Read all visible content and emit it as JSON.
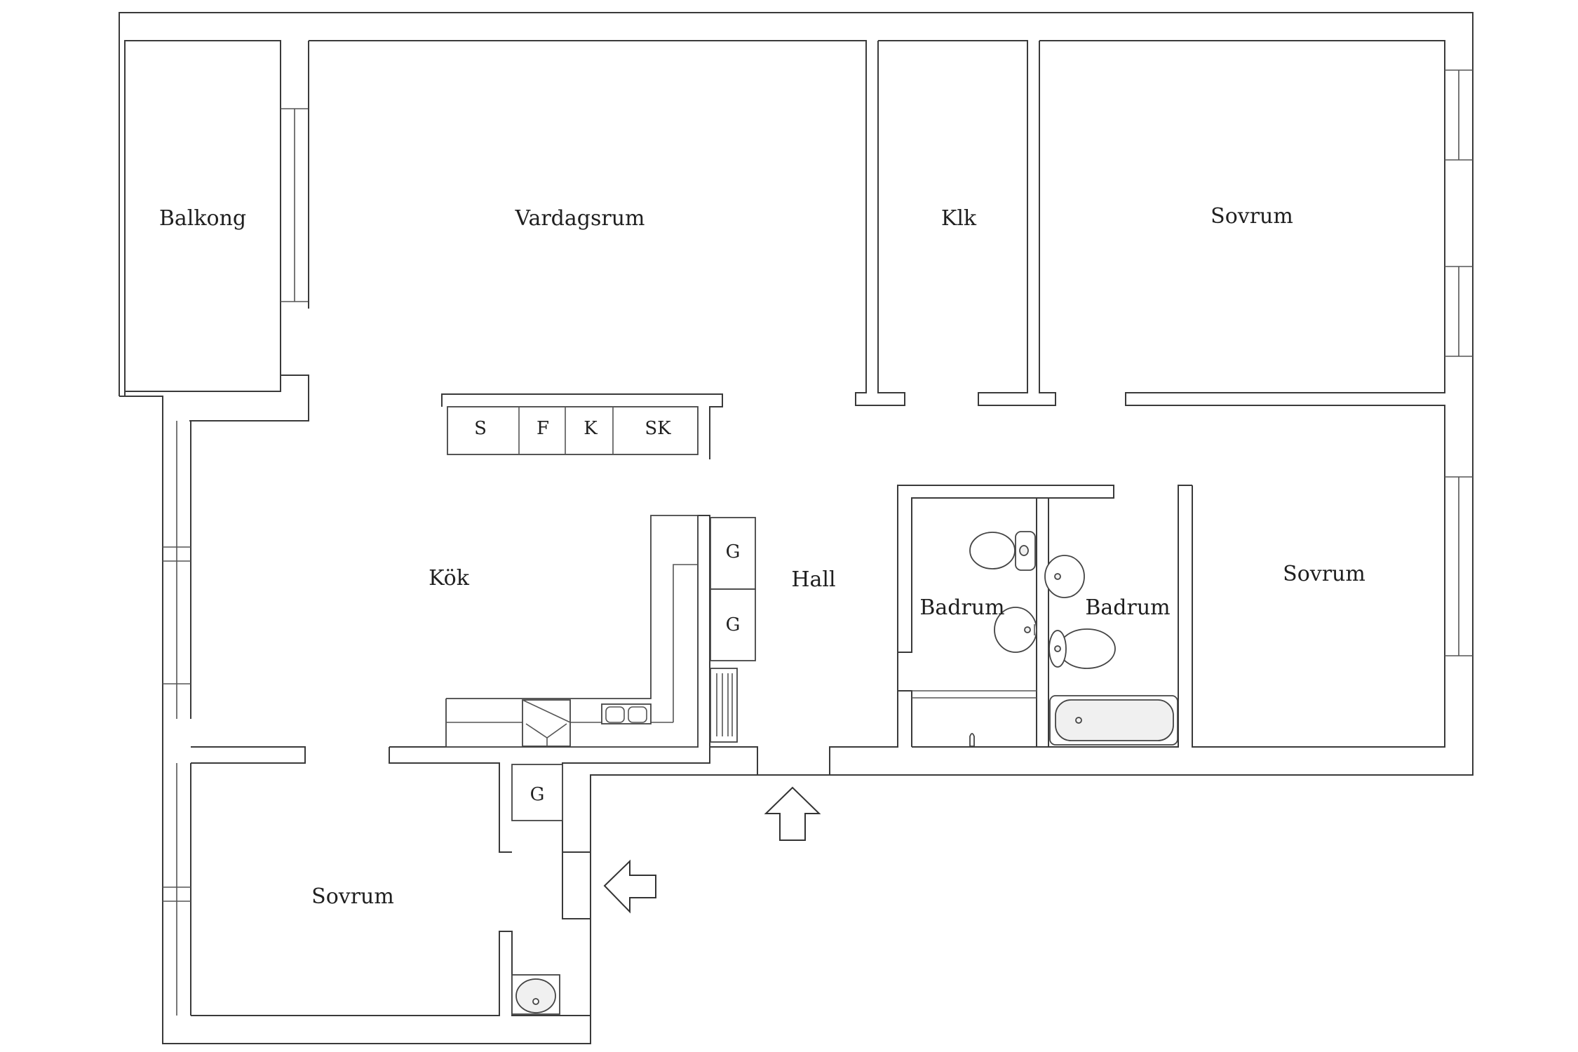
{
  "rooms": {
    "balkong": "Balkong",
    "vardagsrum": "Vardagsrum",
    "klk": "Klk",
    "sovrum_ne": "Sovrum",
    "sovrum_e": "Sovrum",
    "kok": "Kök",
    "hall": "Hall",
    "badrum_1": "Badrum",
    "badrum_2": "Badrum",
    "sovrum_sw": "Sovrum"
  },
  "cabinets": {
    "s": "S",
    "f": "F",
    "k": "K",
    "sk": "SK",
    "g_hall_1": "G",
    "g_hall_2": "G",
    "g_lower": "G"
  },
  "entrances": [
    "entrance-arrow-up",
    "entrance-arrow-left"
  ],
  "colors": {
    "line": "#3a3a3a",
    "background": "#ffffff"
  }
}
